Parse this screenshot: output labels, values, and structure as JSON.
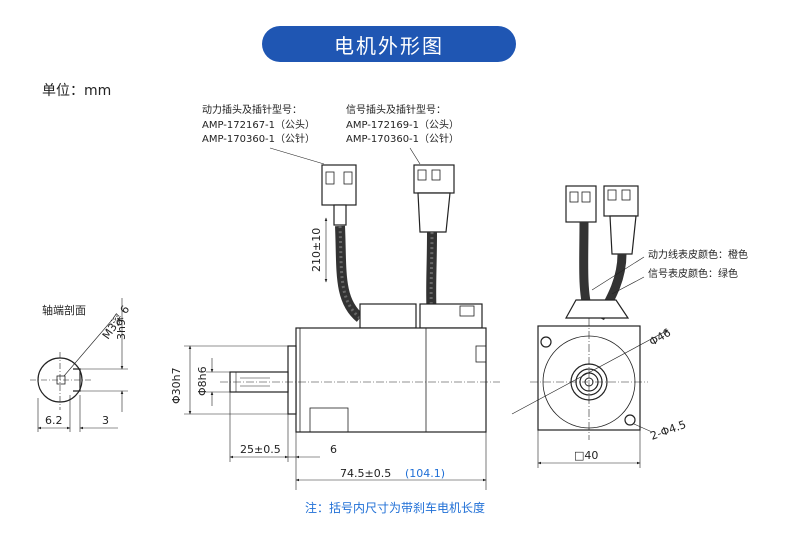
{
  "title": "电机外形图",
  "unit_label": "单位：mm",
  "section_label": "轴端剖面",
  "power_connector": {
    "title": "动力插头及插针型号：",
    "line1": "AMP-172167-1（公头）",
    "line2": "AMP-170360-1（公针）"
  },
  "signal_connector": {
    "title": "信号插头及插针型号：",
    "line1": "AMP-172169-1（公头）",
    "line2": "AMP-170360-1（公针）"
  },
  "cable_notes": {
    "power": "动力线表皮颜色：橙色",
    "signal": "信号表皮颜色：绿色"
  },
  "dimensions": {
    "cable_length": "210±10",
    "thread": "M3深 6",
    "key_height": "3h9",
    "shaft_section_width": "6.2",
    "key_width": "3",
    "flange_dia": "Φ30h7",
    "shaft_dia": "Φ8h6",
    "shaft_length": "25±0.5",
    "flange_thickness": "6",
    "body_length": "74.5±0.5",
    "body_length_brake": "(104.1)",
    "bolt_circle": "Φ46",
    "mount_holes": "2-Φ4.5",
    "square": "□40"
  },
  "footnote": "注：括号内尺寸为带刹车电机长度",
  "colors": {
    "accent": "#1f56b3",
    "note": "#1f6fd6"
  }
}
